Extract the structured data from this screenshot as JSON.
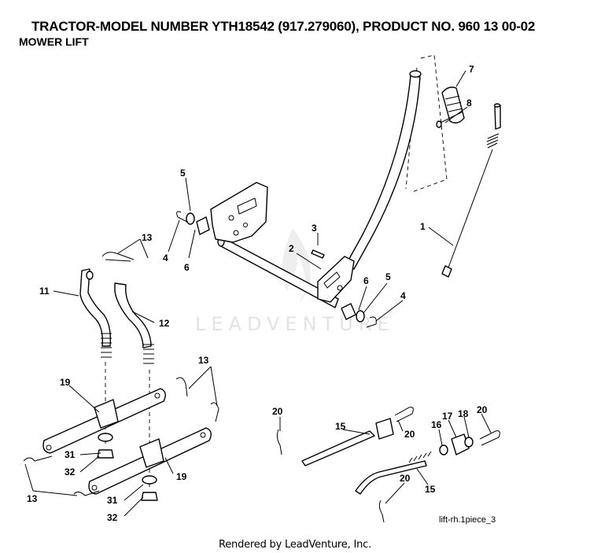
{
  "header": {
    "title": "TRACTOR-MODEL NUMBER YTH18542 (917.279060), PRODUCT NO. 960 13 00-02",
    "subtitle": "MOWER LIFT"
  },
  "watermark": {
    "text": "LEADVENTURE"
  },
  "diagram_id": "lift-rh.1piece_3",
  "footer": {
    "text": "Rendered by LeadVenture, Inc."
  },
  "callouts": {
    "c1": "1",
    "c2": "2",
    "c3": "3",
    "c4a": "4",
    "c4b": "4",
    "c5a": "5",
    "c5b": "5",
    "c6a": "6",
    "c6b": "6",
    "c7": "7",
    "c8": "8",
    "c11": "11",
    "c12": "12",
    "c13a": "13",
    "c13b": "13",
    "c13c": "13",
    "c15a": "15",
    "c15b": "15",
    "c16": "16",
    "c17": "17",
    "c18": "18",
    "c19a": "19",
    "c19b": "19",
    "c20a": "20",
    "c20b": "20",
    "c20c": "20",
    "c20d": "20",
    "c31a": "31",
    "c31b": "31",
    "c32a": "32",
    "c32b": "32"
  }
}
